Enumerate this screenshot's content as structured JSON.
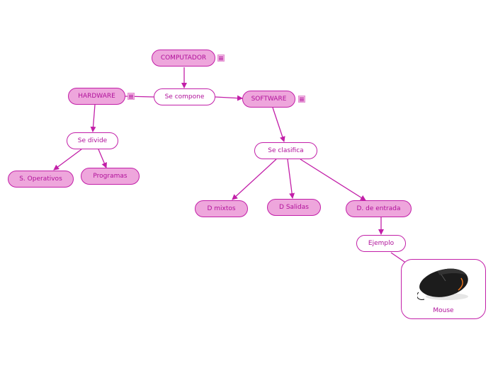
{
  "colors": {
    "accent": "#c21fa8",
    "fill": "#eea6dc",
    "text": "#b0109a"
  },
  "nodes": {
    "computador": "COMPUTADOR",
    "se_compone": "Se compone",
    "hardware": "HARDWARE",
    "software": "SOFTWARE",
    "se_divide": "Se divide",
    "s_operativos": "S. Operativos",
    "programas": "Programas",
    "se_clasifica": "Se clasifica",
    "d_mixtos": "D mixtos",
    "d_salidas": "D Salidas",
    "d_entrada": "D. de entrada",
    "ejemplo": "Ejemplo",
    "mouse": "Mouse"
  },
  "icons": {
    "note": "note-icon",
    "mouse_image": "mouse-icon"
  }
}
